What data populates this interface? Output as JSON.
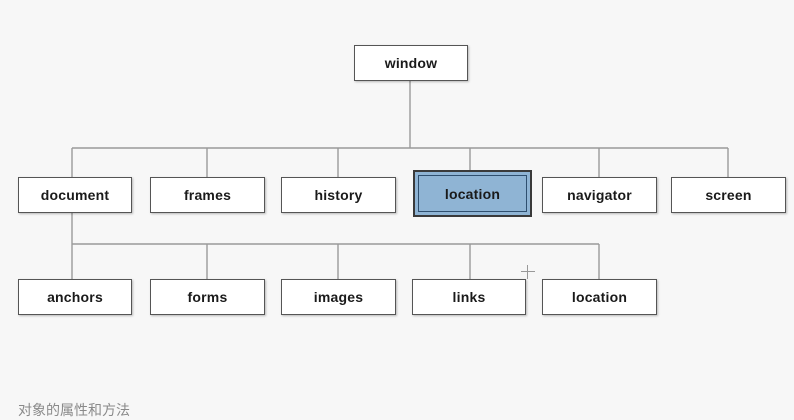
{
  "root": {
    "label": "window"
  },
  "level1": [
    {
      "label": "document"
    },
    {
      "label": "frames"
    },
    {
      "label": "history"
    },
    {
      "label": "location",
      "selected": true
    },
    {
      "label": "navigator"
    },
    {
      "label": "screen"
    }
  ],
  "level2": [
    {
      "label": "anchors"
    },
    {
      "label": "forms"
    },
    {
      "label": "images"
    },
    {
      "label": "links"
    },
    {
      "label": "location"
    }
  ],
  "colors": {
    "selected_fill": "#8fb4d4",
    "connector": "#9a9a9a",
    "background": "#f7f7f7"
  },
  "caption": "对象的属性和方法"
}
